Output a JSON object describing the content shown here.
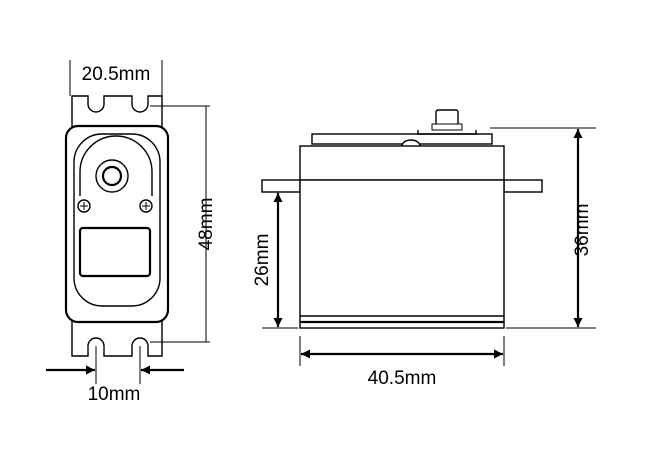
{
  "diagram": {
    "labels": {
      "top_width": "20.5mm",
      "side_height": "48mm",
      "hole_spacing": "10mm",
      "body_height": "26mm",
      "total_height": "36mm",
      "body_length": "40.5mm"
    }
  }
}
